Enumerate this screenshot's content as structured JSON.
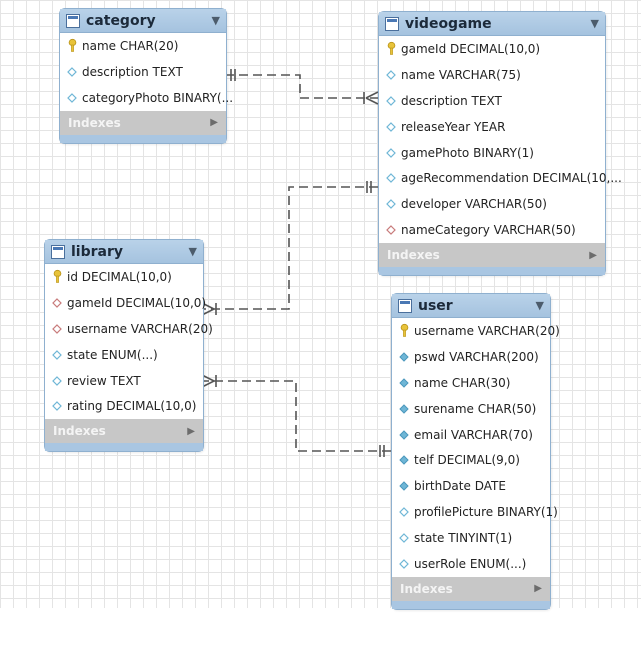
{
  "tables": [
    {
      "name": "category",
      "columns": [
        {
          "text": "name CHAR(20)",
          "icon": "key"
        },
        {
          "text": "description TEXT",
          "icon": "diamond-empty"
        },
        {
          "text": "categoryPhoto BINARY(...",
          "icon": "diamond-empty"
        }
      ],
      "indexes_label": "Indexes"
    },
    {
      "name": "videogame",
      "columns": [
        {
          "text": "gameId DECIMAL(10,0)",
          "icon": "key"
        },
        {
          "text": "name VARCHAR(75)",
          "icon": "diamond-empty"
        },
        {
          "text": "description TEXT",
          "icon": "diamond-empty"
        },
        {
          "text": "releaseYear YEAR",
          "icon": "diamond-empty"
        },
        {
          "text": "gamePhoto BINARY(1)",
          "icon": "diamond-empty"
        },
        {
          "text": "ageRecommendation DECIMAL(10,...",
          "icon": "diamond-empty"
        },
        {
          "text": "developer VARCHAR(50)",
          "icon": "diamond-empty"
        },
        {
          "text": "nameCategory VARCHAR(50)",
          "icon": "diamond-fk"
        }
      ],
      "indexes_label": "Indexes"
    },
    {
      "name": "library",
      "columns": [
        {
          "text": "id DECIMAL(10,0)",
          "icon": "key"
        },
        {
          "text": "gameId DECIMAL(10,0)",
          "icon": "diamond-fk"
        },
        {
          "text": "username VARCHAR(20)",
          "icon": "diamond-fk"
        },
        {
          "text": "state ENUM(...)",
          "icon": "diamond-empty"
        },
        {
          "text": "review TEXT",
          "icon": "diamond-empty"
        },
        {
          "text": "rating DECIMAL(10,0)",
          "icon": "diamond-empty"
        }
      ],
      "indexes_label": "Indexes"
    },
    {
      "name": "user",
      "columns": [
        {
          "text": "username VARCHAR(20)",
          "icon": "key"
        },
        {
          "text": "pswd VARCHAR(200)",
          "icon": "diamond-filled"
        },
        {
          "text": "name CHAR(30)",
          "icon": "diamond-filled"
        },
        {
          "text": "surename CHAR(50)",
          "icon": "diamond-filled"
        },
        {
          "text": "email VARCHAR(70)",
          "icon": "diamond-filled"
        },
        {
          "text": "telf DECIMAL(9,0)",
          "icon": "diamond-filled"
        },
        {
          "text": "birthDate DATE",
          "icon": "diamond-filled"
        },
        {
          "text": "profilePicture BINARY(1)",
          "icon": "diamond-empty"
        },
        {
          "text": "state TINYINT(1)",
          "icon": "diamond-empty"
        },
        {
          "text": "userRole ENUM(...)",
          "icon": "diamond-empty"
        }
      ],
      "indexes_label": "Indexes"
    }
  ],
  "relationships": [
    {
      "from": "category",
      "to": "videogame",
      "from_end": "one",
      "to_end": "many"
    },
    {
      "from": "videogame",
      "to": "library",
      "from_end": "one",
      "to_end": "many"
    },
    {
      "from": "user",
      "to": "library",
      "from_end": "one",
      "to_end": "many"
    }
  ],
  "colors": {
    "header": "#a9c6e2",
    "border": "#8fb0cf",
    "indexes_bar": "#c7c7c7",
    "key_icon": "#e8c33a",
    "fk_diamond": "#c87a7a",
    "column_diamond": "#6fb6d6",
    "connector": "#555555"
  }
}
